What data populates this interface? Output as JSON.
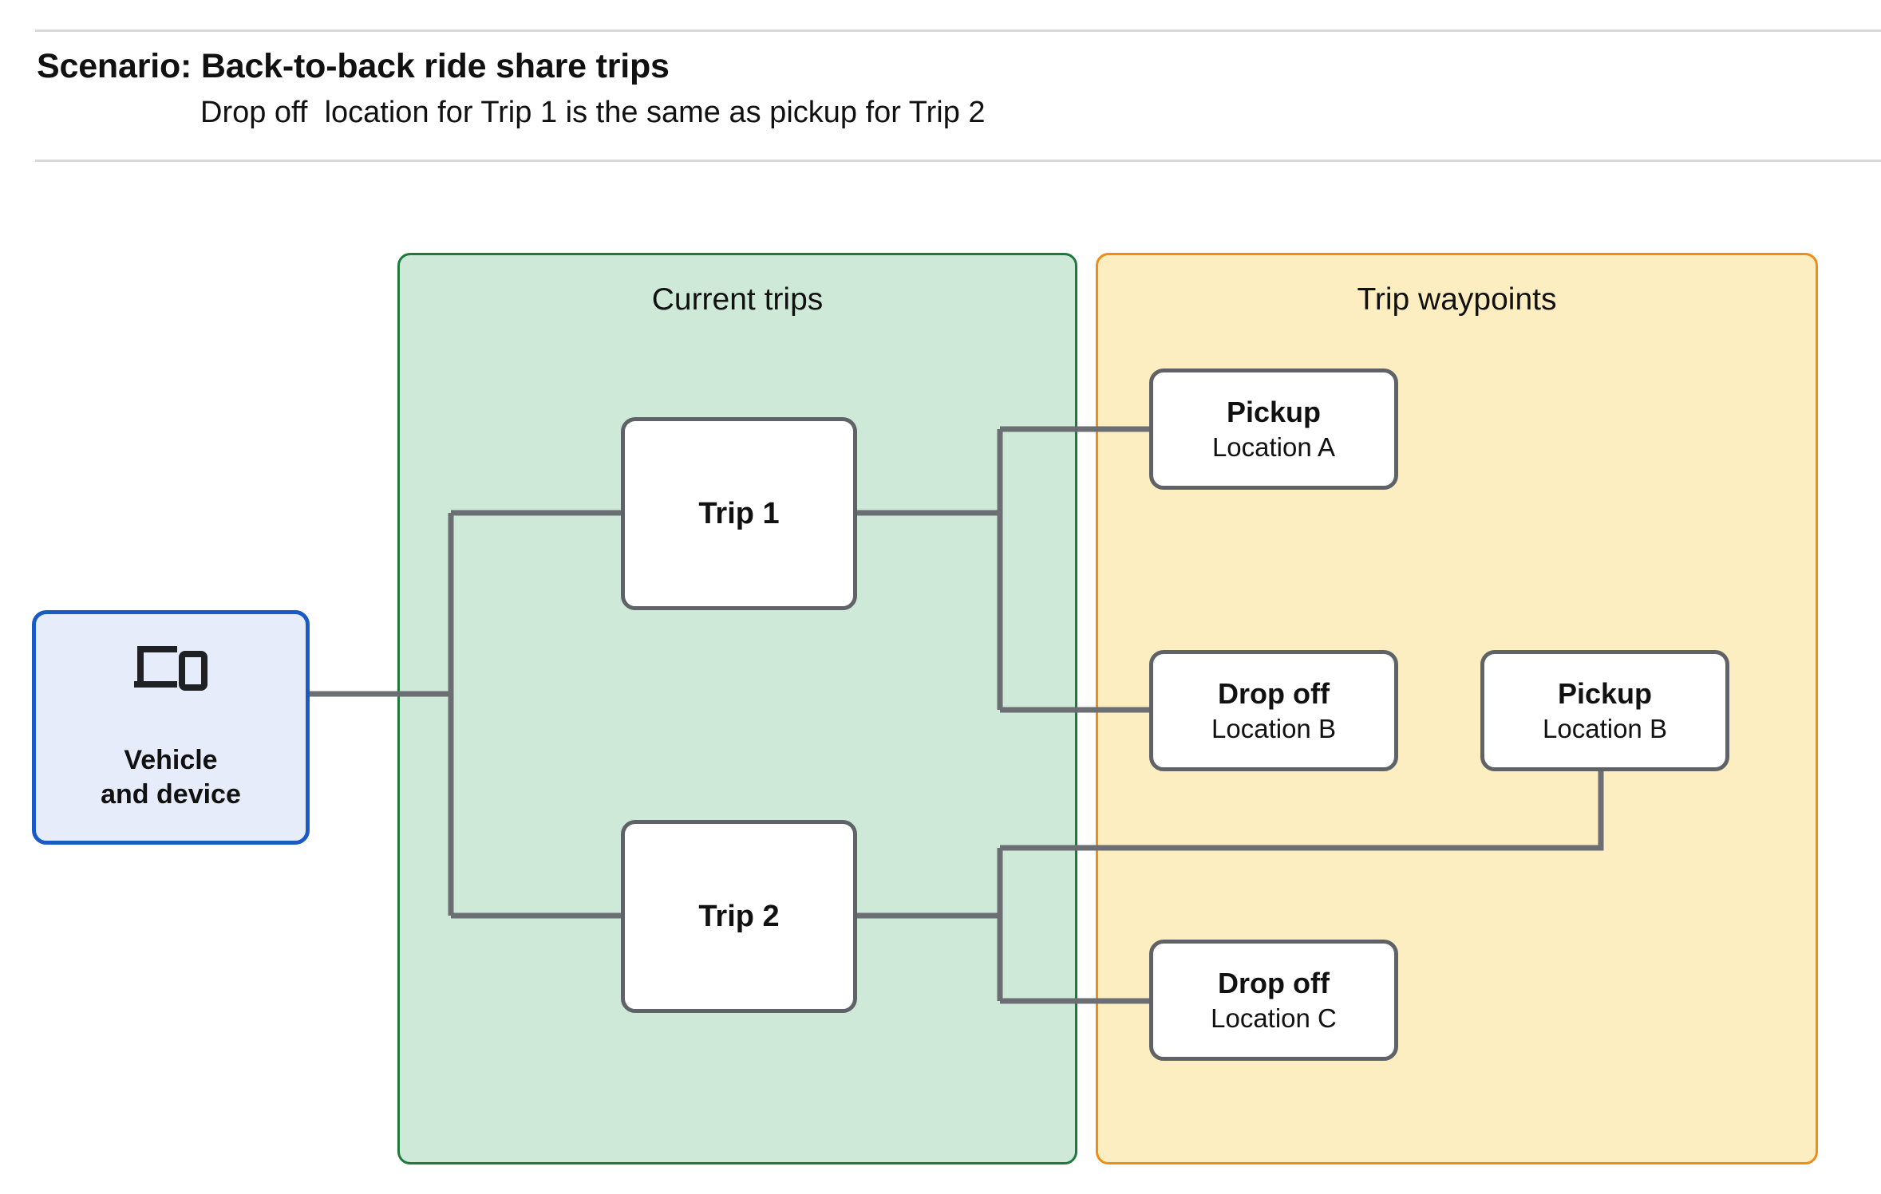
{
  "header": {
    "title": "Scenario: Back-to-back ride share trips",
    "subtitle": "Drop off  location for Trip 1 is the same as pickup for Trip 2"
  },
  "panels": {
    "current_trips": {
      "label": "Current trips",
      "fill": "#cee9d8",
      "border": "#1e7a3c"
    },
    "trip_waypoints": {
      "label": "Trip waypoints",
      "fill": "#fdeec1",
      "border": "#f28c18"
    }
  },
  "vehicle": {
    "label": "Vehicle\nand device",
    "icon": "devices-icon",
    "fill": "#e7ecfb",
    "border": "#1a5ac4"
  },
  "trips": [
    {
      "label": "Trip 1"
    },
    {
      "label": "Trip 2"
    }
  ],
  "waypoints": [
    {
      "type": "Pickup",
      "location": "Location A"
    },
    {
      "type": "Drop off",
      "location": "Location B"
    },
    {
      "type": "Pickup",
      "location": "Location B"
    },
    {
      "type": "Drop off",
      "location": "Location C"
    }
  ],
  "connector_color": "#6b6f73"
}
